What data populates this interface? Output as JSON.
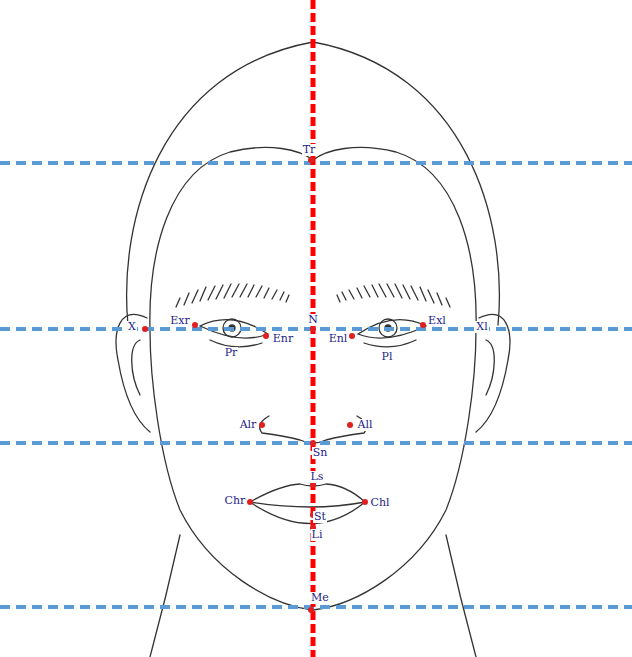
{
  "diagram": {
    "labels": [
      "Tr",
      "X",
      "Exr",
      "Enr",
      "N",
      "Enl",
      "Exl",
      "Xl",
      "Pr",
      "Pl",
      "Alr",
      "All",
      "Sn",
      "Ls",
      "Chr",
      "Chl",
      "St",
      "Li",
      "Me"
    ]
  }
}
